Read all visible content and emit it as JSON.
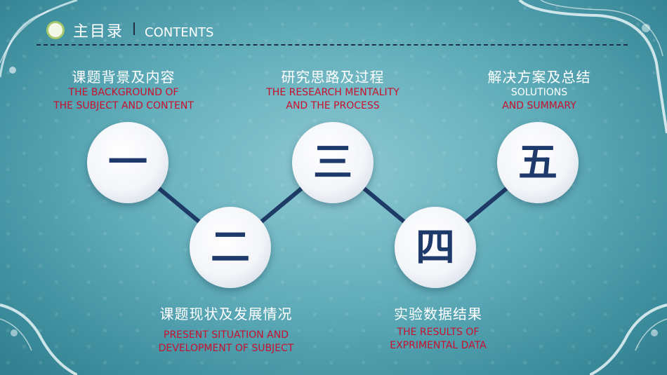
{
  "header": {
    "title": "主目录",
    "subtitle": "CONTENTS"
  },
  "items": [
    {
      "numeral": "一",
      "title_zh": "课题背景及内容",
      "title_en_line1": "THE BACKGROUND OF",
      "title_en_line2": "THE SUBJECT AND CONTENT"
    },
    {
      "numeral": "二",
      "title_zh": "课题现状及发展情况",
      "title_en_line1": "PRESENT SITUATION AND",
      "title_en_line2": "DEVELOPMENT OF SUBJECT"
    },
    {
      "numeral": "三",
      "title_zh": "研究思路及过程",
      "title_en_line1": "THE RESEARCH MENTALITY",
      "title_en_line2": "AND THE PROCESS"
    },
    {
      "numeral": "四",
      "title_zh": "实验数据结果",
      "title_en_line1": "THE RESULTS OF",
      "title_en_line2": "EXPRIMENTAL DATA"
    },
    {
      "numeral": "五",
      "title_zh": "解决方案及总结",
      "title_en_line1": "SOLUTIONS",
      "title_en_line2": "AND SUMMARY"
    }
  ],
  "colors": {
    "accent_red": "#c8102e",
    "numeral_blue": "#1d3a6a",
    "connector": "#1e3a66"
  }
}
